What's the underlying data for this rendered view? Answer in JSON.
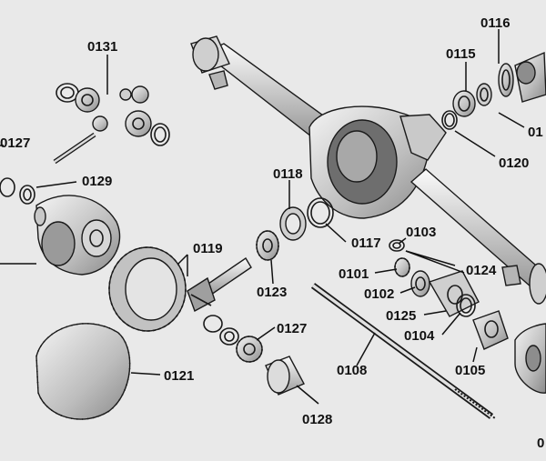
{
  "diagram": {
    "labels": {
      "l0131": "0131",
      "l0127a": "0127",
      "l0129": "0129",
      "l0119": "0119",
      "l0118": "0118",
      "l0117": "0117",
      "l0123": "0123",
      "l0103": "0103",
      "l0124": "0124",
      "l0101": "0101",
      "l0102": "0102",
      "l0125": "0125",
      "l0104": "0104",
      "l0105": "0105",
      "l0108": "0108",
      "l0127b": "0127",
      "l0121": "0121",
      "l0128": "0128",
      "l0115": "0115",
      "l0116": "0116",
      "l0120": "0120",
      "l01trunc": "01",
      "l0bottom": "0"
    }
  }
}
